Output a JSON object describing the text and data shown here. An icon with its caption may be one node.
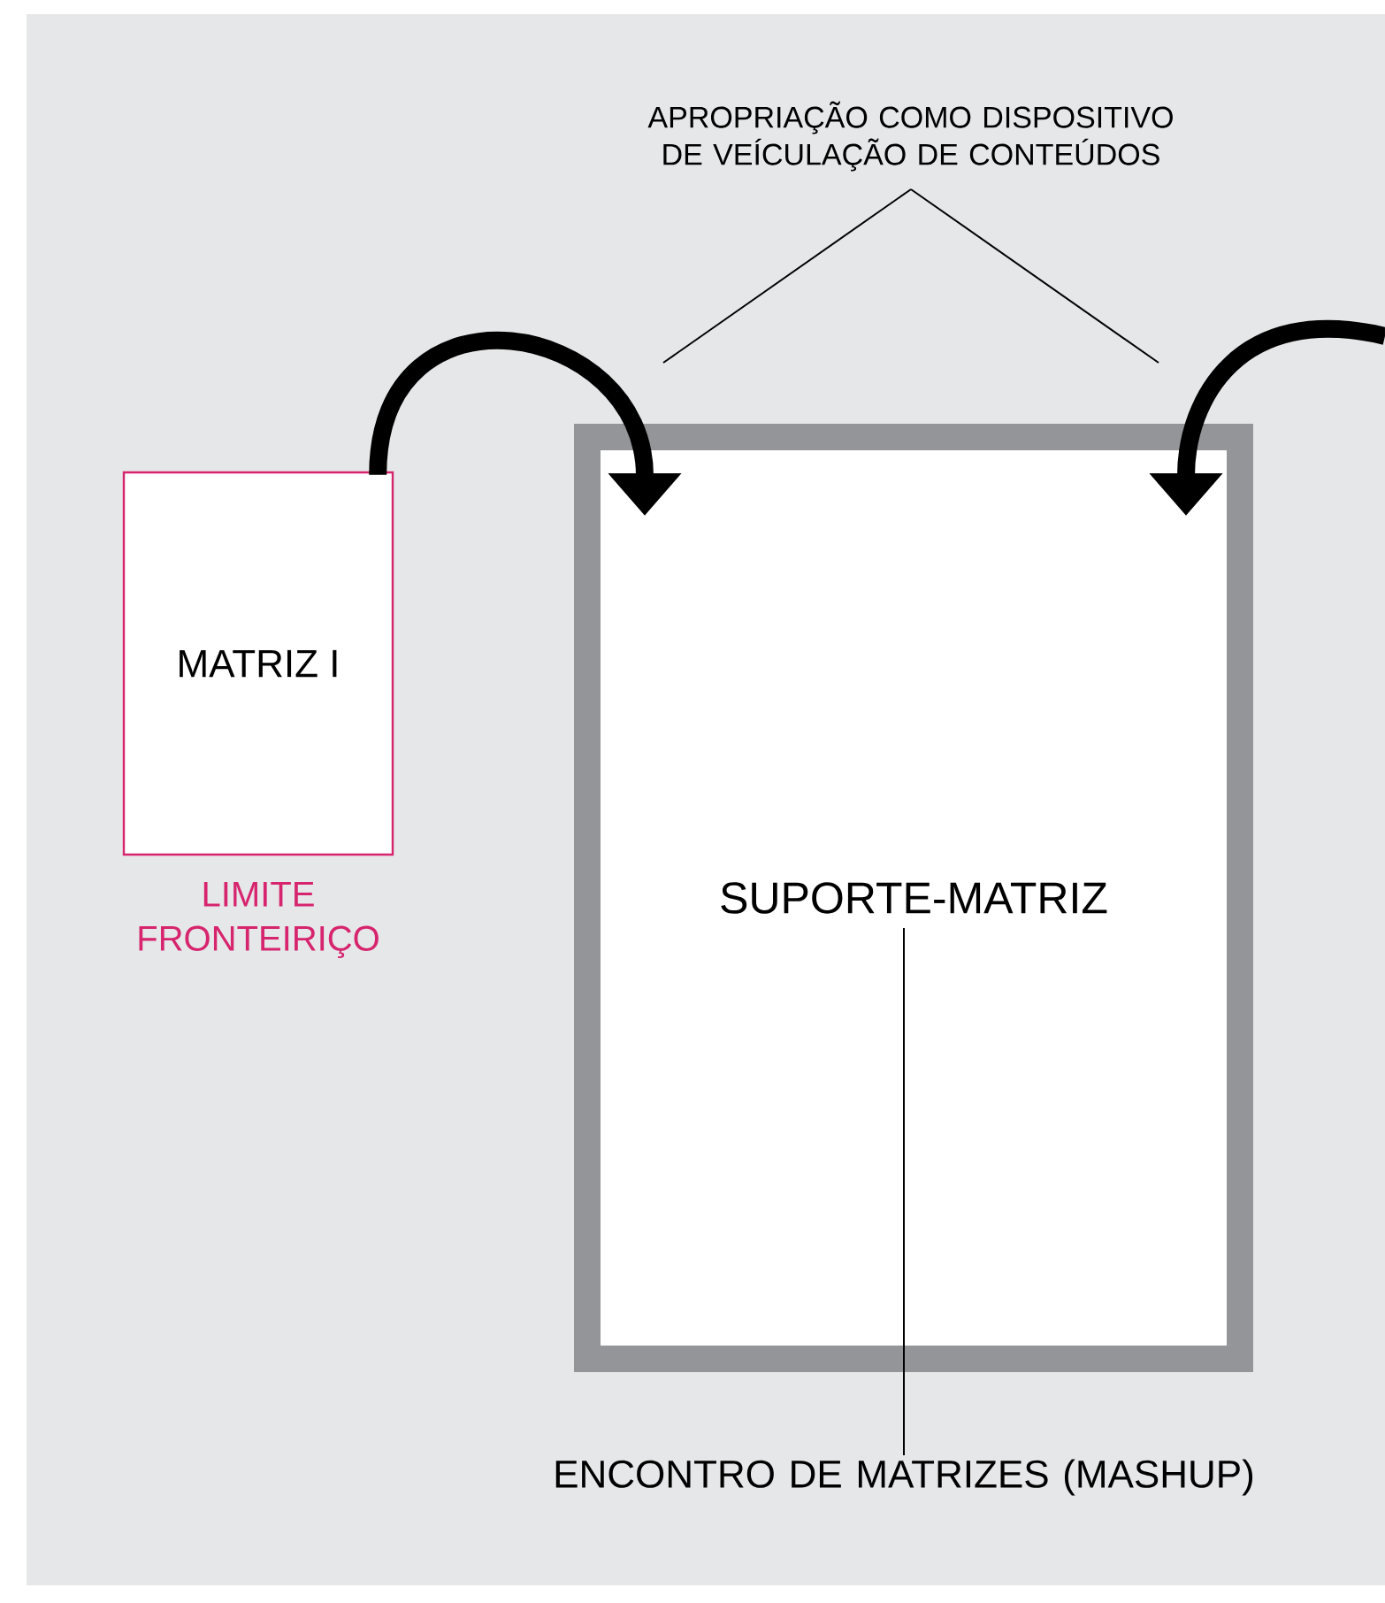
{
  "diagram": {
    "nodes": [
      {
        "text": [
          "MATRIZ I"
        ],
        "beside": [
          "LIMITE FRONTEIRIÇO"
        ]
      },
      {
        "text": [
          "SUPORTE-MATRIZ"
        ]
      },
      {
        "text": [
          "ENCONTRO DE MATRIZES (MASHUP)"
        ]
      },
      {
        "text": [
          "APROPRIAÇÃO COMO DISPOSITIVO DE VEÍCULAÇÃO DE CONTEÚDOS"
        ]
      }
    ],
    "edges": [
      {
        "from": 0,
        "to": 1,
        "arrow": "to",
        "style": "thick"
      },
      {
        "from": null,
        "to": 1,
        "arrow": "to",
        "style": "thick"
      },
      {
        "from": 2,
        "to": 1,
        "arrow": "none"
      },
      {
        "from": 3,
        "to": null,
        "arrow": "none"
      },
      {
        "from": 3,
        "to": null,
        "arrow": "none"
      }
    ]
  }
}
